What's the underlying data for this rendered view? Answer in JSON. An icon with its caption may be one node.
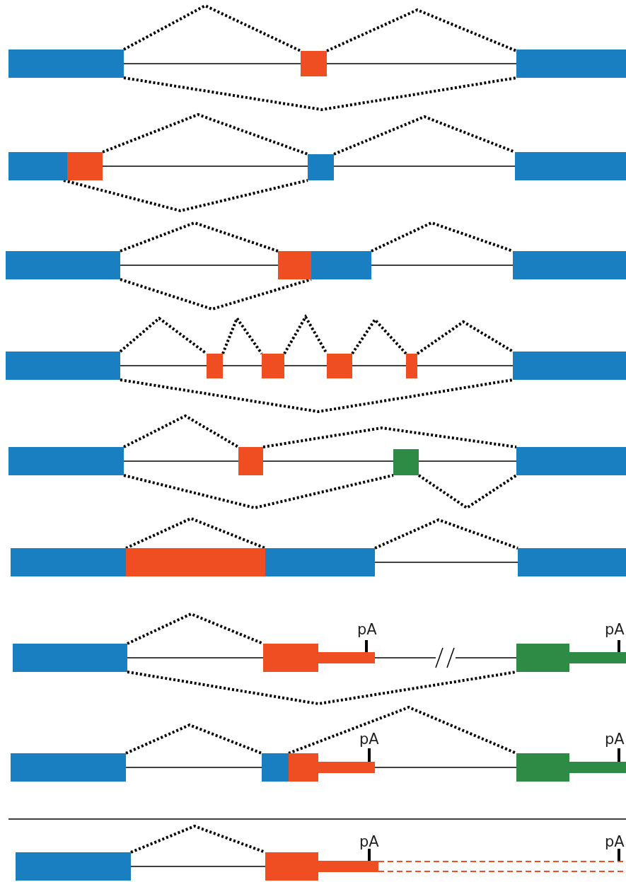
{
  "diagram": {
    "labels": [
      "pA",
      "pA",
      "pA",
      "pA",
      "pA",
      "pA"
    ]
  }
}
